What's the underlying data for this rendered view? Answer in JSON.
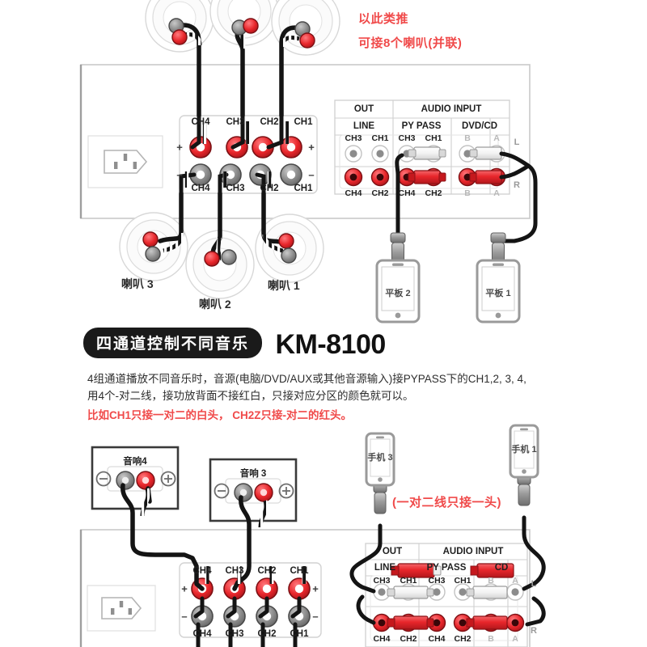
{
  "doc": {
    "title_pill": "四通道控制不同音乐",
    "model": "KM-8100"
  },
  "top_diagram": {
    "notes": [
      "以此类推",
      "可接8个喇叭(并联)"
    ],
    "speakers": [
      {
        "label": "喇叭 3"
      },
      {
        "label": "喇叭 2"
      },
      {
        "label": "喇叭 1"
      }
    ],
    "devices": [
      {
        "label": "平板 2"
      },
      {
        "label": "平板 1"
      }
    ],
    "terminal_block": {
      "top_labels": [
        "CH4",
        "CH3",
        "CH2",
        "CH1"
      ],
      "bottom_labels": [
        "CH4",
        "CH3",
        "CH2",
        "CH1"
      ],
      "plus": "+",
      "minus": "–"
    },
    "input_panel": {
      "group_out": "OUT",
      "group_audio_input": "AUDIO INPUT",
      "sub_line": "LINE",
      "sub_pypass": "PY PASS",
      "sub_dvdcd": "DVD/CD",
      "row_top": [
        "CH3",
        "CH1",
        "CH3",
        "CH1",
        "B",
        "A"
      ],
      "row_bottom": [
        "CH4",
        "CH2",
        "CH4",
        "CH2",
        "B",
        "A"
      ],
      "channel_left": "L",
      "channel_right": "R"
    }
  },
  "description": {
    "line1": "4组通道播放不同音乐时，音源(电脑/DVD/AUX或其他音源输入)接PYPASS下的CH1,2, 3, 4,",
    "line2": "用4个-对二线，接功放背面不接红白，只接对应分区的颜色就可以。",
    "line3": "比如CH1只接一对二的白头， CH2Z只接-对二的红头。"
  },
  "bottom_diagram": {
    "note": "(一对二线只接一头)",
    "speaker_boxes": [
      {
        "label": "音响4",
        "minus": "⊖",
        "plus": "⊕"
      },
      {
        "label": "音响 3",
        "minus": "⊖",
        "plus": "⊕"
      }
    ],
    "devices": [
      {
        "label": "手机 3"
      },
      {
        "label": "手机 1"
      }
    ],
    "terminal_block": {
      "top_labels": [
        "CH4",
        "CH3",
        "CH2",
        "CH1"
      ],
      "bottom_labels": [
        "CH4",
        "CH3",
        "CH2",
        "CH1"
      ],
      "plus": "+",
      "minus": "–"
    },
    "input_panel": {
      "group_out": "OUT",
      "group_audio_input": "AUDIO INPUT",
      "sub_line": "LINE",
      "sub_pypass": "PY PASS",
      "sub_dvdcd": "CD",
      "row_top": [
        "CH3",
        "CH1",
        "CH3",
        "CH1",
        "B",
        "A"
      ],
      "row_bottom": [
        "CH4",
        "CH2",
        "CH4",
        "CH2",
        "B",
        "A"
      ],
      "channel_left": "L",
      "channel_right": "R"
    }
  },
  "colors": {
    "red": "#e8262b",
    "red_text": "#f04a4a",
    "gray": "#8c8c8c",
    "wire": "#141414",
    "panel_border": "#cfcfcf",
    "ink": "#1f1f1f"
  }
}
